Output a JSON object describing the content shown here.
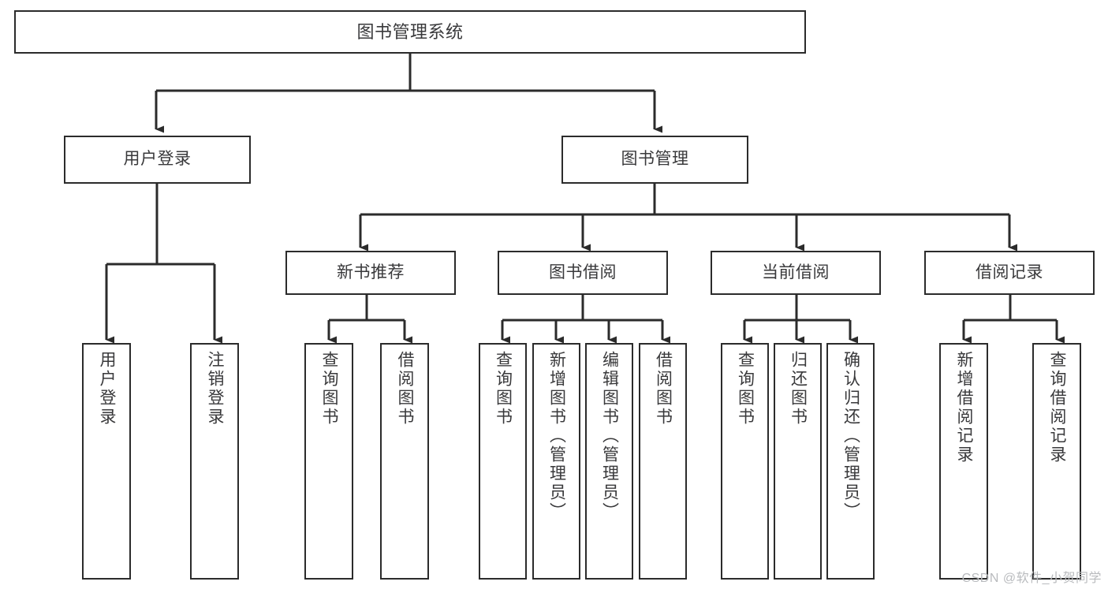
{
  "diagram": {
    "type": "tree-hierarchy-chart",
    "title": "图书管理系统",
    "colors": {
      "background": "#ffffff",
      "box_border": "#2b2b2b",
      "box_fill": "#ffffff",
      "text": "#39393b",
      "connector": "#2b2b2b",
      "watermark": "#b9bbbe"
    },
    "watermark": "CSDN @软件_小贺同学"
  },
  "nodes": {
    "root": {
      "label": "图书管理系统",
      "level": 0
    },
    "level1": [
      {
        "id": "user-login",
        "label": "用户登录"
      },
      {
        "id": "book-manage",
        "label": "图书管理"
      }
    ],
    "level2": [
      {
        "id": "new-book-recommend",
        "label": "新书推荐",
        "parent": "book-manage"
      },
      {
        "id": "book-borrow",
        "label": "图书借阅",
        "parent": "book-manage"
      },
      {
        "id": "current-borrow",
        "label": "当前借阅",
        "parent": "book-manage"
      },
      {
        "id": "borrow-record",
        "label": "借阅记录",
        "parent": "book-manage"
      }
    ],
    "leaves": {
      "user_login": [
        {
          "id": "leaf-user-login",
          "label": "用户登录"
        },
        {
          "id": "leaf-user-logout",
          "label": "注销登录"
        }
      ],
      "new_book_recommend": [
        {
          "id": "leaf-query-book-1",
          "label": "查询图书"
        },
        {
          "id": "leaf-borrow-book-1",
          "label": "借阅图书"
        }
      ],
      "book_borrow": [
        {
          "id": "leaf-query-book-2",
          "label": "查询图书"
        },
        {
          "id": "leaf-add-book",
          "label": "新增图书（管理员）"
        },
        {
          "id": "leaf-edit-book",
          "label": "编辑图书（管理员）"
        },
        {
          "id": "leaf-borrow-book-2",
          "label": "借阅图书"
        }
      ],
      "current_borrow": [
        {
          "id": "leaf-query-book-3",
          "label": "查询图书"
        },
        {
          "id": "leaf-return-book",
          "label": "归还图书"
        },
        {
          "id": "leaf-confirm-return",
          "label": "确认归还（管理员）"
        }
      ],
      "borrow_record": [
        {
          "id": "leaf-add-record",
          "label": "新增借阅记录"
        },
        {
          "id": "leaf-query-record",
          "label": "查询借阅记录"
        }
      ]
    }
  }
}
